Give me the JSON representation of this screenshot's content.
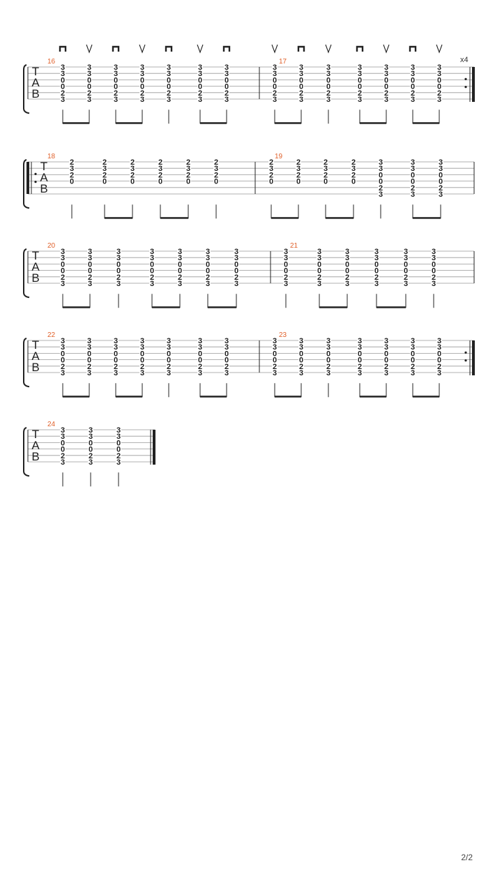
{
  "page": {
    "number": "2/2"
  },
  "tab_letters": [
    "T",
    "A",
    "B"
  ],
  "repeat_count": "x4",
  "strokes": {
    "downstroke_icon": "downstroke-icon",
    "upstroke_icon": "upstroke-icon",
    "sequence": [
      "down",
      "up",
      "down",
      "up",
      "down",
      "up",
      "down",
      "up",
      "down",
      "up",
      "down",
      "up",
      "down",
      "up"
    ]
  },
  "colors": {
    "measure_number": "#e0602a",
    "ink": "#222222",
    "staff_line": "#999999"
  },
  "systems": [
    {
      "measures": [
        {
          "number": "16",
          "beats": [
            [
              "3",
              "3",
              "0",
              "0",
              "2",
              "3"
            ],
            [
              "3",
              "3",
              "0",
              "0",
              "2",
              "3"
            ],
            [
              "3",
              "3",
              "0",
              "0",
              "2",
              "3"
            ],
            [
              "3",
              "3",
              "0",
              "0",
              "2",
              "3"
            ],
            [
              "3",
              "3",
              "0",
              "0",
              "2",
              "3"
            ],
            [
              "3",
              "3",
              "0",
              "0",
              "2",
              "3"
            ],
            [
              "3",
              "3",
              "0",
              "0",
              "2",
              "3"
            ]
          ]
        },
        {
          "number": "17",
          "beats": [
            [
              "3",
              "3",
              "0",
              "0",
              "2",
              "3"
            ],
            [
              "3",
              "3",
              "0",
              "0",
              "2",
              "3"
            ],
            [
              "3",
              "3",
              "0",
              "0",
              "2",
              "3"
            ],
            [
              "3",
              "3",
              "0",
              "0",
              "2",
              "3"
            ],
            [
              "3",
              "3",
              "0",
              "0",
              "2",
              "3"
            ],
            [
              "3",
              "3",
              "0",
              "0",
              "2",
              "3"
            ],
            [
              "3",
              "3",
              "0",
              "0",
              "2",
              "3"
            ]
          ]
        }
      ]
    },
    {
      "measures": [
        {
          "number": "18",
          "beats": [
            [
              "2",
              "3",
              "2",
              "0",
              "",
              ""
            ],
            [
              "2",
              "3",
              "2",
              "0",
              "",
              ""
            ],
            [
              "2",
              "3",
              "2",
              "0",
              "",
              ""
            ],
            [
              "2",
              "3",
              "2",
              "0",
              "",
              ""
            ],
            [
              "2",
              "3",
              "2",
              "0",
              "",
              ""
            ],
            [
              "2",
              "3",
              "2",
              "0",
              "",
              ""
            ]
          ]
        },
        {
          "number": "19",
          "beats": [
            [
              "2",
              "3",
              "2",
              "0",
              "",
              ""
            ],
            [
              "2",
              "3",
              "2",
              "0",
              "",
              ""
            ],
            [
              "2",
              "3",
              "2",
              "0",
              "",
              ""
            ],
            [
              "2",
              "3",
              "2",
              "0",
              "",
              ""
            ],
            [
              "3",
              "3",
              "0",
              "0",
              "2",
              "3"
            ],
            [
              "3",
              "3",
              "0",
              "0",
              "2",
              "3"
            ],
            [
              "3",
              "3",
              "0",
              "0",
              "2",
              "3"
            ]
          ]
        }
      ]
    },
    {
      "measures": [
        {
          "number": "20",
          "beats": [
            [
              "3",
              "3",
              "0",
              "0",
              "2",
              "3"
            ],
            [
              "3",
              "3",
              "0",
              "0",
              "2",
              "3"
            ],
            [
              "3",
              "3",
              "0",
              "0",
              "2",
              "3"
            ],
            [
              "3",
              "3",
              "0",
              "0",
              "2",
              "3"
            ],
            [
              "3",
              "3",
              "0",
              "0",
              "2",
              "3"
            ],
            [
              "3",
              "3",
              "0",
              "0",
              "2",
              "3"
            ],
            [
              "3",
              "3",
              "0",
              "0",
              "2",
              "3"
            ]
          ]
        },
        {
          "number": "21",
          "beats": [
            [
              "3",
              "3",
              "0",
              "0",
              "2",
              "3"
            ],
            [
              "3",
              "3",
              "0",
              "0",
              "2",
              "3"
            ],
            [
              "3",
              "3",
              "0",
              "0",
              "2",
              "3"
            ],
            [
              "3",
              "3",
              "0",
              "0",
              "2",
              "3"
            ],
            [
              "3",
              "3",
              "0",
              "0",
              "2",
              "3"
            ],
            [
              "3",
              "3",
              "0",
              "0",
              "2",
              "3"
            ]
          ]
        }
      ]
    },
    {
      "measures": [
        {
          "number": "22",
          "beats": [
            [
              "3",
              "3",
              "0",
              "0",
              "2",
              "3"
            ],
            [
              "3",
              "3",
              "0",
              "0",
              "2",
              "3"
            ],
            [
              "3",
              "3",
              "0",
              "0",
              "2",
              "3"
            ],
            [
              "3",
              "3",
              "0",
              "0",
              "2",
              "3"
            ],
            [
              "3",
              "3",
              "0",
              "0",
              "2",
              "3"
            ],
            [
              "3",
              "3",
              "0",
              "0",
              "2",
              "3"
            ],
            [
              "3",
              "3",
              "0",
              "0",
              "2",
              "3"
            ]
          ]
        },
        {
          "number": "23",
          "beats": [
            [
              "3",
              "3",
              "0",
              "0",
              "2",
              "3"
            ],
            [
              "3",
              "3",
              "0",
              "0",
              "2",
              "3"
            ],
            [
              "3",
              "3",
              "0",
              "0",
              "2",
              "3"
            ],
            [
              "3",
              "3",
              "0",
              "0",
              "2",
              "3"
            ],
            [
              "3",
              "3",
              "0",
              "0",
              "2",
              "3"
            ],
            [
              "3",
              "3",
              "0",
              "0",
              "2",
              "3"
            ],
            [
              "3",
              "3",
              "0",
              "0",
              "2",
              "3"
            ]
          ]
        }
      ]
    },
    {
      "measures": [
        {
          "number": "24",
          "beats": [
            [
              "3",
              "3",
              "0",
              "0",
              "2",
              "3"
            ],
            [
              "3",
              "3",
              "0",
              "0",
              "2",
              "3"
            ],
            [
              "3",
              "3",
              "0",
              "0",
              "2",
              "3"
            ]
          ]
        }
      ]
    }
  ]
}
